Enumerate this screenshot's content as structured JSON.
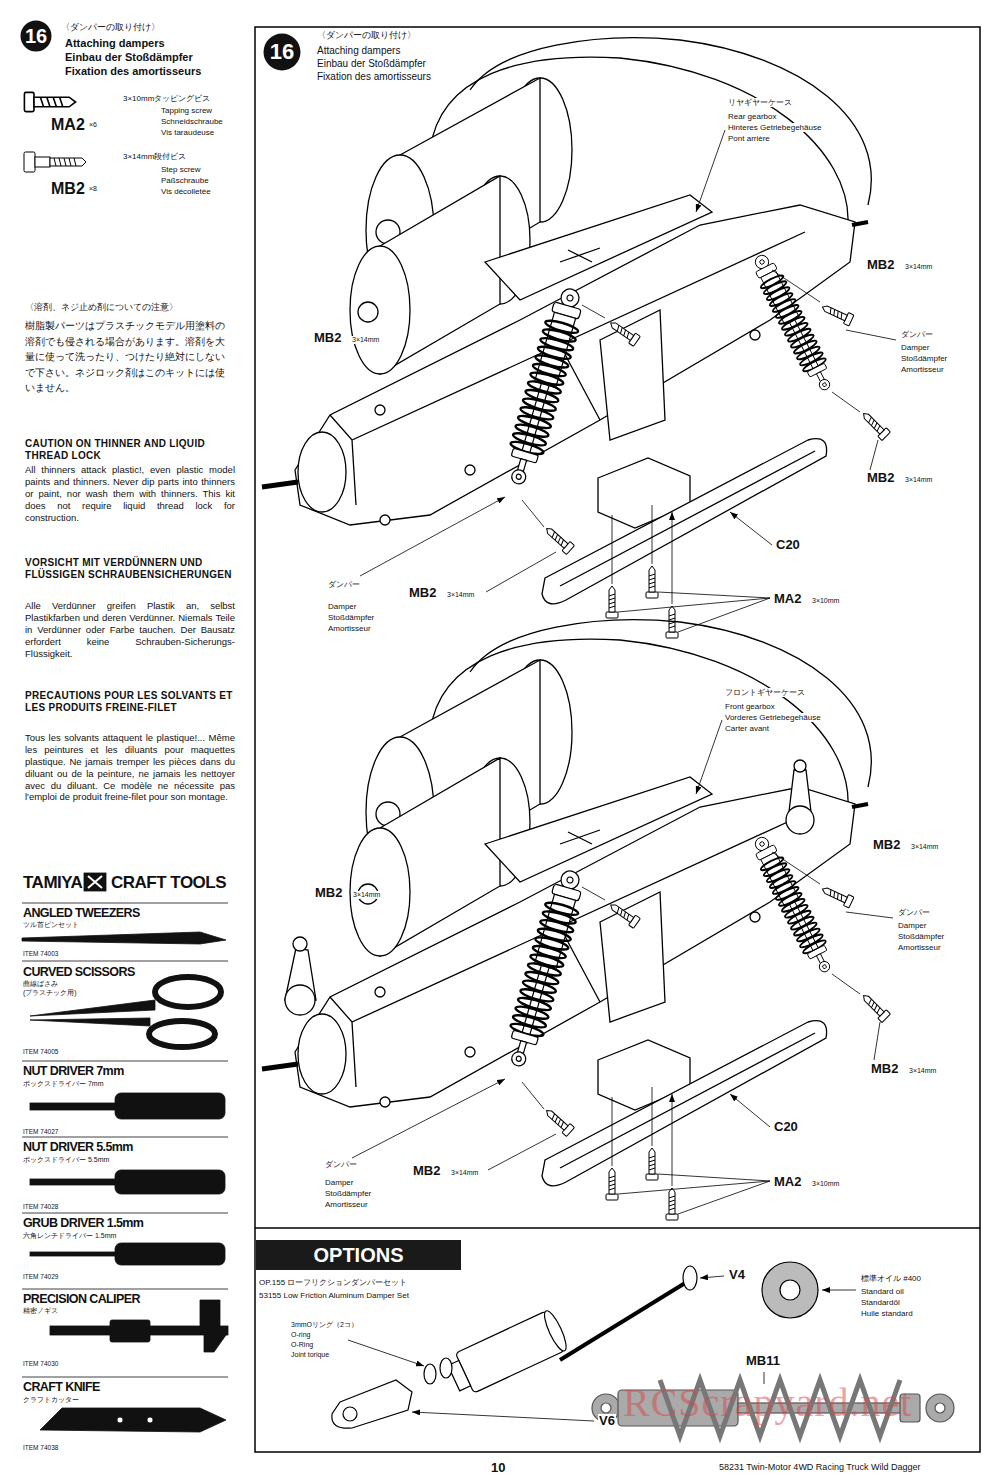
{
  "diagram": {
    "nodes": [
      {
        "text": [
          "16"
        ]
      },
      {
        "text": [
          "16"
        ]
      },
      {
        "text": [
          "OPTIONS"
        ]
      }
    ],
    "labels": [
      "〈ダンパーの取り付け〉",
      "Attaching dampers",
      "Einbau der Stoßdämpfer",
      "Fixation des amortisseurs",
      "3×10mmタッピングビス",
      "Tapping screw",
      "Schneidschraube",
      "Vis taraudeuse",
      "MA2",
      "×6",
      "3×14mm段付ビス",
      "Step screw",
      "Paßschraube",
      "Vis décolletée",
      "MB2",
      "×8",
      "〈溶剤、ネジ止め剤についての注意〉",
      "樹脂製パーツはプラスチックモデル用塗料の溶剤でも侵される場合があります。溶剤を大量に使って洗ったり、つけたり絶対にしないで下さい。ネジロック剤はこのキットには使いません。",
      "CAUTION ON THINNER AND LIQUID THREAD LOCK",
      "All thinners attack plastic!, even plastic model paints and thinners. Never dip parts into thinners or paint, nor wash them with thinners. This kit does not require liquid thread lock for construction.",
      "VORSICHT MIT VERDÜNNERN UND FLÜSSIGEN SCHRAUBENSICHERUNGEN",
      "Alle Verdünner greifen Plastik an, selbst Plastikfarben und deren Verdünner. Niemals Teile in Verdünner oder Farbe tauchen. Der Bausatz erfordert keine Schrauben-Sicherungs-Flüssigkeit.",
      "PRECAUTIONS POUR LES SOLVANTS ET LES PRODUITS FREINE-FILET",
      "Tous les solvants attaquent le plastique!... Même les peintures et les diluants pour maquettes plastique. Ne jamais tremper les pièces dans du diluant ou de la peinture, ne jamais les nettoyer avec du diluant. Ce modèle ne nécessite pas l'emploi de produit freine-filet pour son montage.",
      "TAMIYA",
      "CRAFT TOOLS",
      "ANGLED TWEEZERS",
      "ツル首ピンセット",
      "ITEM 74003",
      "CURVED SCISSORS",
      "曲線ばさみ",
      "(プラスチック用)",
      "ITEM 74005",
      "NUT DRIVER 7mm",
      "ボックスドライバー 7mm",
      "ITEM 74027",
      "NUT DRIVER 5.5mm",
      "ボックスドライバー 5.5mm",
      "ITEM 74028",
      "GRUB DRIVER 1.5mm",
      "六角レンチドライバー 1.5mm",
      "ITEM 74029",
      "PRECISION CALIPER",
      "精密ノギス",
      "ITEM 74030",
      "CRAFT KNIFE",
      "クラフトカッター",
      "ITEM 74038",
      "〈ダンパーの取り付け〉",
      "Attaching dampers",
      "Einbau der Stoßdämpfer",
      "Fixation des amortisseurs",
      "リヤギヤーケース",
      "Rear gearbox",
      "Hinteres Getriebegehäuse",
      "Pont arrière",
      "MB2",
      "3×14mm",
      "MB2",
      "3×14mm",
      "ダンパー",
      "Damper",
      "Stoßdämpfer",
      "Amortisseur",
      "MB2",
      "3×14mm",
      "C20",
      "ダンパー",
      "Damper",
      "Stoßdämpfer",
      "Amortisseur",
      "MB2",
      "3×14mm",
      "MA2",
      "3×10mm",
      "フロントギヤーケース",
      "Front gearbox",
      "Vorderes Getriebegehäuse",
      "Carter avant",
      "MB2",
      "3×14mm",
      "MB2",
      "3×14mm",
      "ダンパー",
      "Damper",
      "Stoßdämpfer",
      "Amortisseur",
      "MB2",
      "3×14mm",
      "C20",
      "ダンパー",
      "Damper",
      "Stoßdämpfer",
      "Amortisseur",
      "MB2",
      "3×14mm",
      "MA2",
      "3×10mm",
      "OP.155 ローフリクションダンパーセット",
      "53155 Low Friction Aluminum Damper Set",
      "3mmOリング（2コ）",
      "O-ring",
      "O-Ring",
      "Joint torique",
      "V4",
      "標準オイル #400",
      "Standard oil",
      "Standardöl",
      "Huile standard",
      "MB11",
      "V6",
      "RCScrapyard.net",
      "10",
      "58231 Twin-Motor 4WD Racing Truck Wild Dagger"
    ]
  }
}
